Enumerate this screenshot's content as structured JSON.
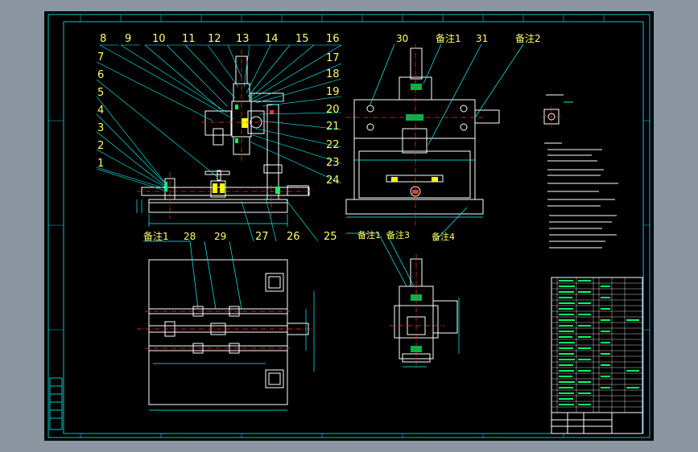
{
  "drawing": {
    "balloons_top": [
      "8",
      "9",
      "10",
      "11",
      "12",
      "13",
      "14",
      "15",
      "16"
    ],
    "balloons_right": [
      "17",
      "18",
      "19",
      "20",
      "21",
      "22",
      "23",
      "24"
    ],
    "balloons_left": [
      "7",
      "6",
      "5",
      "4",
      "3",
      "2",
      "1"
    ],
    "balloons_bottom": [
      "27",
      "26",
      "25"
    ],
    "front_view_labels": [
      "30",
      "备注1",
      "31",
      "备注2"
    ],
    "plan_view_labels": [
      "备注1",
      "28",
      "29"
    ],
    "small_view_labels": [
      "备注1",
      "备注3",
      "备注4"
    ]
  },
  "colors": {
    "background": "#000000",
    "frame": "#00c8c8",
    "geometry": "#ffffff",
    "dimension": "#00ffff",
    "balloon": "#ffff66",
    "centerline": "#ff3333",
    "notes": "#ffffff",
    "bom": "#00ff66"
  }
}
